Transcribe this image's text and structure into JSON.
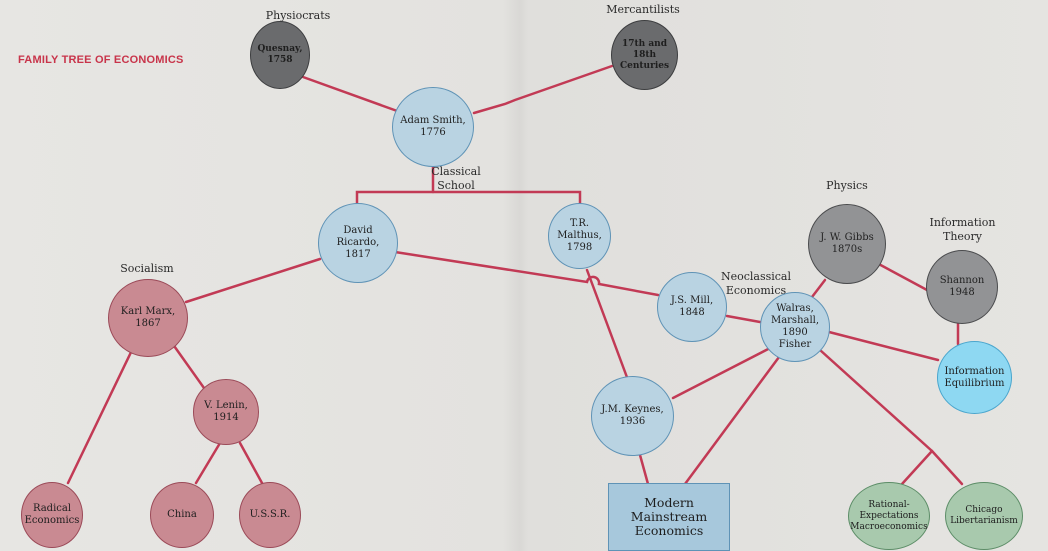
{
  "title": "FAMILY TREE OF ECONOMICS",
  "colors": {
    "line": "#c23a55",
    "classical": "#b9d3e2",
    "socialism": "#c98a92",
    "physics": "#929395",
    "info_equilibrium": "#8ed8f2",
    "modern_offshoots": "#a8c9ad"
  },
  "groups": {
    "physiocrats": "Physiocrats",
    "mercantilists": "Mercantilists",
    "classical": "Classical\nSchool",
    "socialism": "Socialism",
    "physics": "Physics",
    "information_theory": "Information\nTheory",
    "neoclassical": "Neoclassical\nEconomics"
  },
  "nodes": {
    "quesnay": "Quesnay,\n1758",
    "mercantilists": "17th and 18th\nCenturies",
    "smith": "Adam Smith,\n1776",
    "ricardo": "David Ricardo,\n1817",
    "malthus": "T.R. Malthus,\n1798",
    "marx": "Karl Marx,\n1867",
    "lenin": "V. Lenin,\n1914",
    "radical": "Radical\nEconomics",
    "china": "China",
    "ussr": "U.S.S.R.",
    "mill": "J.S. Mill,\n1848",
    "walras": "Walras,\nMarshall,\n1890\nFisher",
    "keynes": "J.M. Keynes,\n1936",
    "modern": "Modern\nMainstream Economics",
    "gibbs": "J. W. Gibbs\n1870s",
    "shannon": "Shannon\n1948",
    "info_eq": "Information\nEquilibrium",
    "rational": "Rational-\nExpectations\nMacroeconomics",
    "chicago": "Chicago\nLibertarianism"
  }
}
